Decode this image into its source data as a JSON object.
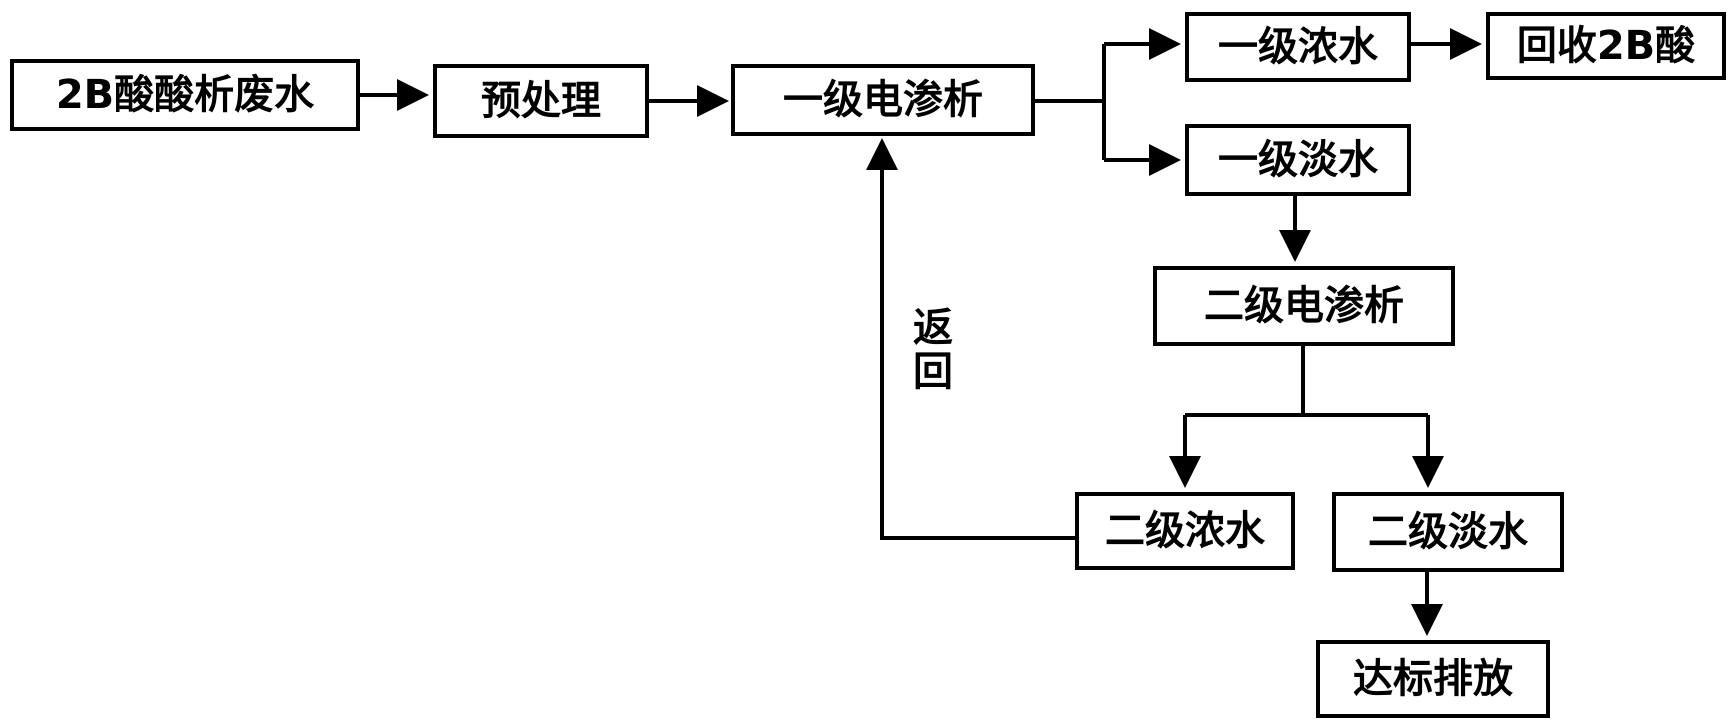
{
  "nodes": {
    "raw_wastewater": "2B酸酸析废水",
    "pretreatment": "预处理",
    "primary_electrodialysis": "一级电渗析",
    "primary_concentrate": "一级浓水",
    "recover_2b_acid": "回收2B酸",
    "primary_dilute": "一级淡水",
    "secondary_electrodialysis": "二级电渗析",
    "secondary_concentrate": "二级浓水",
    "secondary_dilute": "二级淡水",
    "discharge": "达标排放"
  },
  "return_label_line1": "返",
  "return_label_line2": "回"
}
